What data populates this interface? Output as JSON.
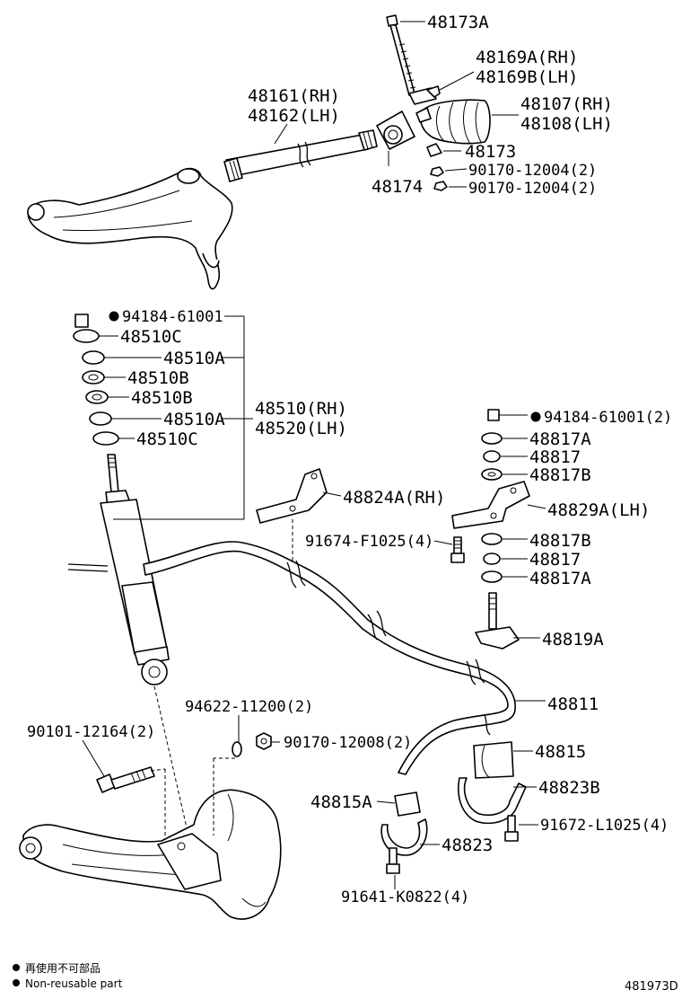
{
  "diagram": {
    "labels": {
      "l48173A": "48173A",
      "l48169A": "48169A(RH)",
      "l48169B": "48169B(LH)",
      "l48161": "48161(RH)",
      "l48162": "48162(LH)",
      "l48107": "48107(RH)",
      "l48108": "48108(LH)",
      "l48173": "48173",
      "l48174": "48174",
      "l90170a": "90170-12004(2)",
      "l90170b": "90170-12004(2)",
      "l94184a": "94184-61001",
      "l48510C1": "48510C",
      "l48510A1": "48510A",
      "l48510B1": "48510B",
      "l48510B2": "48510B",
      "l48510A2": "48510A",
      "l48510C2": "48510C",
      "l48510": "48510(RH)",
      "l48520": "48520(LH)",
      "l94184b": "94184-61001(2)",
      "l48817A1": "48817A",
      "l48817_1": "48817",
      "l48817B1": "48817B",
      "l48824A": "48824A(RH)",
      "l48829A": "48829A(LH)",
      "l91674": "91674-F1025(4)",
      "l48817B2": "48817B",
      "l48817_2": "48817",
      "l48817A2": "48817A",
      "l48819A": "48819A",
      "l94622": "94622-11200(2)",
      "l48811": "48811",
      "l90101": "90101-12164(2)",
      "l90170c": "90170-12008(2)",
      "l48815": "48815",
      "l48823B": "48823B",
      "l48815A": "48815A",
      "l91672": "91672-L1025(4)",
      "l48823": "48823",
      "l91641": "91641-K0822(4)"
    },
    "legend": {
      "line1": "再使用不可部品",
      "line2": "Non-reusable part"
    },
    "figure_code": "481973D"
  }
}
